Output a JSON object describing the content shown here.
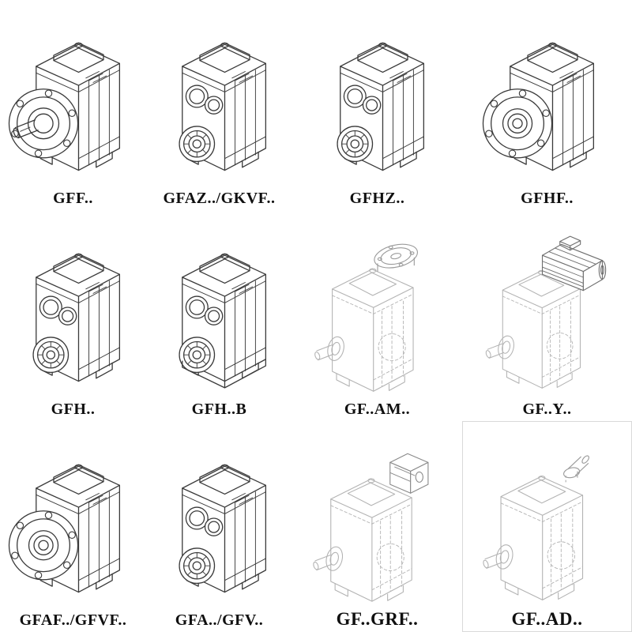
{
  "colors": {
    "background": "#ffffff",
    "line_solid": "#3a3a3a",
    "line_faint": "#b3b3b3",
    "label_text": "#101010"
  },
  "cells": [
    {
      "label": "GFF..",
      "symbol": "#sym-gearbox-flange-shaft"
    },
    {
      "label": "GFAZ../GKVF..",
      "symbol": "#sym-gearbox-bores"
    },
    {
      "label": "GFHZ..",
      "symbol": "#sym-gearbox-bores"
    },
    {
      "label": "GFHF..",
      "symbol": "#sym-gearbox-flange-hollow"
    },
    {
      "label": "GFH..",
      "symbol": "#sym-gearbox-bores"
    },
    {
      "label": "GFH..B",
      "symbol": "#sym-gearbox-bores-foot"
    },
    {
      "label": "GF..AM..",
      "symbol": "#sym-gearbox-am"
    },
    {
      "label": "GF..Y..",
      "symbol": "#sym-gearbox-motor"
    },
    {
      "label": "GFAF../GFVF..",
      "symbol": "#sym-gearbox-flange-hollow"
    },
    {
      "label": "GFA../GFV..",
      "symbol": "#sym-gearbox-bores"
    },
    {
      "label": "GF..GRF..",
      "symbol": "#sym-gearbox-grf"
    },
    {
      "label": "GF..AD..",
      "symbol": "#sym-gearbox-ad"
    }
  ]
}
